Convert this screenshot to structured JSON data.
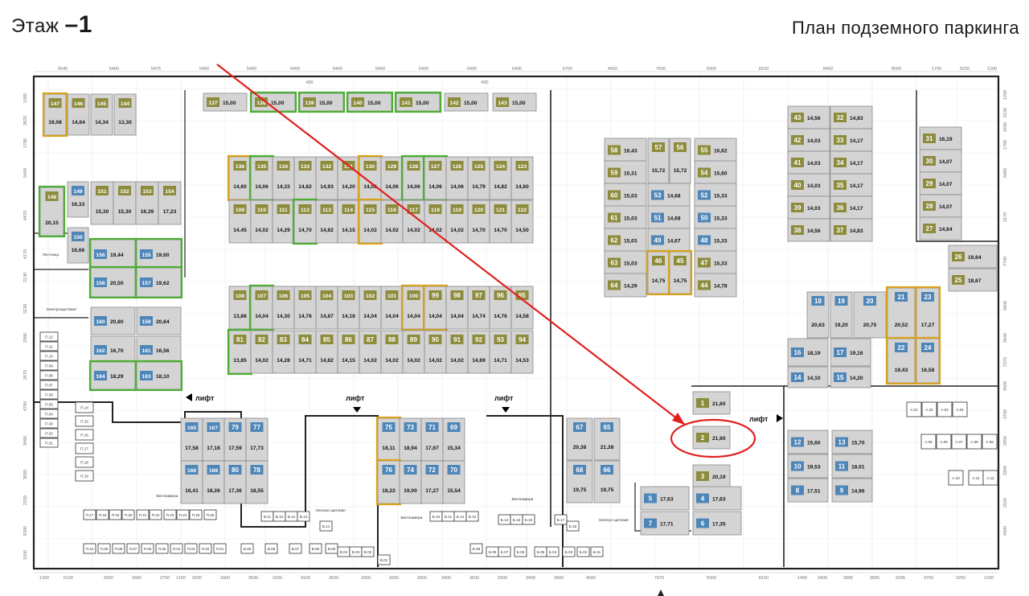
{
  "header": {
    "floor_label": "Этаж",
    "floor_number": "–1",
    "title": "План подземного паркинга"
  },
  "colors": {
    "olive": "#8d8b3c",
    "blue": "#4f86b8",
    "cell": "#d4d4d4",
    "green": "#4caf33",
    "orange": "#d9a21d",
    "red": "#e0201f",
    "wall": "#222222"
  },
  "labels": {
    "lift": "лифт",
    "stair": "Лестница",
    "elec": "Электрощитовая",
    "vent": "Венткамера",
    "elec2": "Электро щитовая"
  },
  "dims_top": [
    "6545",
    "5400",
    "5475",
    "6400",
    "5400",
    "5400",
    "5400",
    "5400",
    "5400",
    "5400",
    "5400",
    "6750",
    "4550",
    "7600",
    "5000",
    "8100",
    "8400",
    "8000",
    "1790",
    "5250",
    "1200"
  ],
  "dims_top_sub": [
    "400",
    "400"
  ],
  "dims_bottom": [
    "1200",
    "6100",
    "3000",
    "3900",
    "2750",
    "1150",
    "3000",
    "3300",
    "3500",
    "3200",
    "4100",
    "3600",
    "3300",
    "3200",
    "3000",
    "3400",
    "3600",
    "3300",
    "3400",
    "3400",
    "4000",
    "7970",
    "5000",
    "8100",
    "1490",
    "3400",
    "2895",
    "3005",
    "3345",
    "3700",
    "3250",
    "1200"
  ],
  "dims_left": [
    "1580",
    "3620",
    "1780",
    "5400",
    "4470",
    "4170",
    "2130",
    "3130",
    "2980",
    "2670",
    "4790",
    "3490",
    "3050",
    "2250",
    "6300",
    "1550"
  ],
  "dims_right": [
    "1200",
    "5130",
    "2630",
    "1780",
    "5400",
    "3170",
    "7700",
    "5600",
    "2640",
    "2370",
    "4500",
    "3700",
    "2850",
    "3300",
    "2550",
    "4500"
  ],
  "spots": [
    {
      "n": "147",
      "p": "19,08",
      "t": "o",
      "h": "orange"
    },
    {
      "n": "146",
      "p": "14,64",
      "t": "o",
      "h": ""
    },
    {
      "n": "145",
      "p": "14,34",
      "t": "o",
      "h": ""
    },
    {
      "n": "144",
      "p": "13,30",
      "t": "o",
      "h": ""
    },
    {
      "n": "137",
      "p": "15,00",
      "t": "o",
      "h": ""
    },
    {
      "n": "138",
      "p": "15,00",
      "t": "o",
      "h": "green"
    },
    {
      "n": "139",
      "p": "15,00",
      "t": "o",
      "h": "green"
    },
    {
      "n": "140",
      "p": "15,00",
      "t": "o",
      "h": "green"
    },
    {
      "n": "141",
      "p": "15,00",
      "t": "o",
      "h": "green"
    },
    {
      "n": "142",
      "p": "15,00",
      "t": "o",
      "h": ""
    },
    {
      "n": "143",
      "p": "15,00",
      "t": "o",
      "h": ""
    },
    {
      "n": "136",
      "p": "14,60",
      "t": "o",
      "h": "orange"
    },
    {
      "n": "135",
      "p": "14,06",
      "t": "o",
      "h": "green"
    },
    {
      "n": "134",
      "p": "14,33",
      "t": "o",
      "h": ""
    },
    {
      "n": "133",
      "p": "14,82",
      "t": "o",
      "h": ""
    },
    {
      "n": "132",
      "p": "14,93",
      "t": "o",
      "h": ""
    },
    {
      "n": "131",
      "p": "14,20",
      "t": "o",
      "h": ""
    },
    {
      "n": "130",
      "p": "14,06",
      "t": "o",
      "h": "orange"
    },
    {
      "n": "129",
      "p": "14,06",
      "t": "o",
      "h": ""
    },
    {
      "n": "128",
      "p": "14,06",
      "t": "o",
      "h": "green"
    },
    {
      "n": "127",
      "p": "14,06",
      "t": "o",
      "h": "green"
    },
    {
      "n": "126",
      "p": "14,06",
      "t": "o",
      "h": ""
    },
    {
      "n": "125",
      "p": "14,79",
      "t": "o",
      "h": ""
    },
    {
      "n": "124",
      "p": "14,82",
      "t": "o",
      "h": ""
    },
    {
      "n": "123",
      "p": "14,60",
      "t": "o",
      "h": ""
    },
    {
      "n": "109",
      "p": "14,45",
      "t": "o",
      "h": ""
    },
    {
      "n": "110",
      "p": "14,02",
      "t": "o",
      "h": ""
    },
    {
      "n": "111",
      "p": "14,29",
      "t": "o",
      "h": ""
    },
    {
      "n": "112",
      "p": "14,70",
      "t": "o",
      "h": "green"
    },
    {
      "n": "113",
      "p": "14,82",
      "t": "o",
      "h": ""
    },
    {
      "n": "114",
      "p": "14,15",
      "t": "o",
      "h": ""
    },
    {
      "n": "115",
      "p": "14,02",
      "t": "o",
      "h": "orange"
    },
    {
      "n": "116",
      "p": "14,02",
      "t": "o",
      "h": ""
    },
    {
      "n": "117",
      "p": "14,02",
      "t": "o",
      "h": ""
    },
    {
      "n": "118",
      "p": "14,02",
      "t": "o",
      "h": ""
    },
    {
      "n": "119",
      "p": "14,02",
      "t": "o",
      "h": ""
    },
    {
      "n": "120",
      "p": "14,70",
      "t": "o",
      "h": ""
    },
    {
      "n": "121",
      "p": "14,70",
      "t": "o",
      "h": ""
    },
    {
      "n": "122",
      "p": "14,50",
      "t": "o",
      "h": ""
    },
    {
      "n": "148",
      "p": "20,15",
      "t": "o",
      "h": "green"
    },
    {
      "n": "149",
      "p": "16,33",
      "t": "b",
      "h": ""
    },
    {
      "n": "150",
      "p": "16,66",
      "t": "b",
      "h": ""
    },
    {
      "n": "151",
      "p": "15,30",
      "t": "o",
      "h": ""
    },
    {
      "n": "152",
      "p": "15,30",
      "t": "o",
      "h": ""
    },
    {
      "n": "153",
      "p": "16,39",
      "t": "o",
      "h": ""
    },
    {
      "n": "154",
      "p": "17,23",
      "t": "o",
      "h": ""
    },
    {
      "n": "156",
      "p": "19,44",
      "t": "b",
      "h": "green"
    },
    {
      "n": "155",
      "p": "19,60",
      "t": "b",
      "h": "green"
    },
    {
      "n": "158",
      "p": "20,50",
      "t": "b",
      "h": "green"
    },
    {
      "n": "157",
      "p": "19,62",
      "t": "b",
      "h": "green"
    },
    {
      "n": "160",
      "p": "20,80",
      "t": "b",
      "h": ""
    },
    {
      "n": "159",
      "p": "20,64",
      "t": "b",
      "h": ""
    },
    {
      "n": "162",
      "p": "16,70",
      "t": "b",
      "h": ""
    },
    {
      "n": "161",
      "p": "16,56",
      "t": "b",
      "h": ""
    },
    {
      "n": "164",
      "p": "18,29",
      "t": "b",
      "h": "green"
    },
    {
      "n": "163",
      "p": "18,10",
      "t": "b",
      "h": "green"
    },
    {
      "n": "108",
      "p": "13,86",
      "t": "o",
      "h": ""
    },
    {
      "n": "107",
      "p": "14,04",
      "t": "o",
      "h": "green"
    },
    {
      "n": "106",
      "p": "14,30",
      "t": "o",
      "h": ""
    },
    {
      "n": "105",
      "p": "14,76",
      "t": "o",
      "h": ""
    },
    {
      "n": "104",
      "p": "14,87",
      "t": "o",
      "h": ""
    },
    {
      "n": "103",
      "p": "14,18",
      "t": "o",
      "h": ""
    },
    {
      "n": "102",
      "p": "14,04",
      "t": "o",
      "h": ""
    },
    {
      "n": "101",
      "p": "14,04",
      "t": "o",
      "h": ""
    },
    {
      "n": "100",
      "p": "14,04",
      "t": "o",
      "h": "orange"
    },
    {
      "n": "99",
      "p": "14,04",
      "t": "o",
      "h": "orange"
    },
    {
      "n": "98",
      "p": "14,04",
      "t": "o",
      "h": ""
    },
    {
      "n": "97",
      "p": "14,74",
      "t": "o",
      "h": ""
    },
    {
      "n": "96",
      "p": "14,76",
      "t": "o",
      "h": ""
    },
    {
      "n": "95",
      "p": "14,58",
      "t": "o",
      "h": ""
    },
    {
      "n": "81",
      "p": "13,85",
      "t": "o",
      "h": "green"
    },
    {
      "n": "82",
      "p": "14,02",
      "t": "o",
      "h": ""
    },
    {
      "n": "83",
      "p": "14,28",
      "t": "o",
      "h": ""
    },
    {
      "n": "84",
      "p": "14,71",
      "t": "o",
      "h": ""
    },
    {
      "n": "85",
      "p": "14,82",
      "t": "o",
      "h": ""
    },
    {
      "n": "86",
      "p": "14,15",
      "t": "o",
      "h": ""
    },
    {
      "n": "87",
      "p": "14,02",
      "t": "o",
      "h": ""
    },
    {
      "n": "88",
      "p": "14,02",
      "t": "o",
      "h": ""
    },
    {
      "n": "89",
      "p": "14,02",
      "t": "o",
      "h": ""
    },
    {
      "n": "90",
      "p": "14,02",
      "t": "o",
      "h": ""
    },
    {
      "n": "91",
      "p": "14,02",
      "t": "o",
      "h": ""
    },
    {
      "n": "92",
      "p": "14,69",
      "t": "o",
      "h": ""
    },
    {
      "n": "93",
      "p": "14,71",
      "t": "o",
      "h": ""
    },
    {
      "n": "94",
      "p": "14,53",
      "t": "o",
      "h": ""
    },
    {
      "n": "165",
      "p": "17,58",
      "t": "b",
      "h": ""
    },
    {
      "n": "167",
      "p": "17,18",
      "t": "b",
      "h": ""
    },
    {
      "n": "79",
      "p": "17,59",
      "t": "b",
      "h": ""
    },
    {
      "n": "77",
      "p": "17,73",
      "t": "b",
      "h": ""
    },
    {
      "n": "166",
      "p": "16,41",
      "t": "b",
      "h": ""
    },
    {
      "n": "168",
      "p": "18,26",
      "t": "b",
      "h": ""
    },
    {
      "n": "80",
      "p": "17,36",
      "t": "b",
      "h": ""
    },
    {
      "n": "78",
      "p": "18,55",
      "t": "b",
      "h": ""
    },
    {
      "n": "75",
      "p": "18,11",
      "t": "b",
      "h": "orange"
    },
    {
      "n": "73",
      "p": "18,94",
      "t": "b",
      "h": ""
    },
    {
      "n": "71",
      "p": "17,67",
      "t": "b",
      "h": ""
    },
    {
      "n": "69",
      "p": "15,34",
      "t": "b",
      "h": ""
    },
    {
      "n": "76",
      "p": "18,22",
      "t": "b",
      "h": "orange"
    },
    {
      "n": "74",
      "p": "19,00",
      "t": "b",
      "h": ""
    },
    {
      "n": "72",
      "p": "17,27",
      "t": "b",
      "h": ""
    },
    {
      "n": "70",
      "p": "15,54",
      "t": "b",
      "h": ""
    },
    {
      "n": "67",
      "p": "20,38",
      "t": "b",
      "h": ""
    },
    {
      "n": "65",
      "p": "21,38",
      "t": "b",
      "h": ""
    },
    {
      "n": "68",
      "p": "19,75",
      "t": "b",
      "h": ""
    },
    {
      "n": "66",
      "p": "19,75",
      "t": "b",
      "h": ""
    },
    {
      "n": "58",
      "p": "16,43",
      "t": "o",
      "h": ""
    },
    {
      "n": "57",
      "p": "15,72",
      "t": "o",
      "h": ""
    },
    {
      "n": "56",
      "p": "15,72",
      "t": "o",
      "h": ""
    },
    {
      "n": "55",
      "p": "16,62",
      "t": "o",
      "h": ""
    },
    {
      "n": "59",
      "p": "15,31",
      "t": "o",
      "h": ""
    },
    {
      "n": "54",
      "p": "15,60",
      "t": "o",
      "h": ""
    },
    {
      "n": "60",
      "p": "15,03",
      "t": "o",
      "h": ""
    },
    {
      "n": "53",
      "p": "14,68",
      "t": "b",
      "h": ""
    },
    {
      "n": "52",
      "p": "15,33",
      "t": "b",
      "h": ""
    },
    {
      "n": "61",
      "p": "15,03",
      "t": "o",
      "h": ""
    },
    {
      "n": "51",
      "p": "14,68",
      "t": "b",
      "h": ""
    },
    {
      "n": "50",
      "p": "15,33",
      "t": "b",
      "h": ""
    },
    {
      "n": "62",
      "p": "15,03",
      "t": "o",
      "h": ""
    },
    {
      "n": "49",
      "p": "14,67",
      "t": "b",
      "h": ""
    },
    {
      "n": "48",
      "p": "15,33",
      "t": "b",
      "h": ""
    },
    {
      "n": "63",
      "p": "15,03",
      "t": "o",
      "h": ""
    },
    {
      "n": "46",
      "p": "14,75",
      "t": "o",
      "h": "orange"
    },
    {
      "n": "45",
      "p": "14,75",
      "t": "o",
      "h": "orange"
    },
    {
      "n": "47",
      "p": "15,33",
      "t": "o",
      "h": ""
    },
    {
      "n": "64",
      "p": "14,29",
      "t": "o",
      "h": ""
    },
    {
      "n": "44",
      "p": "14,78",
      "t": "o",
      "h": ""
    },
    {
      "n": "43",
      "p": "14,56",
      "t": "o",
      "h": ""
    },
    {
      "n": "32",
      "p": "14,83",
      "t": "o",
      "h": ""
    },
    {
      "n": "42",
      "p": "14,03",
      "t": "o",
      "h": ""
    },
    {
      "n": "33",
      "p": "14,17",
      "t": "o",
      "h": ""
    },
    {
      "n": "41",
      "p": "14,03",
      "t": "o",
      "h": ""
    },
    {
      "n": "34",
      "p": "14,17",
      "t": "o",
      "h": ""
    },
    {
      "n": "40",
      "p": "14,03",
      "t": "o",
      "h": ""
    },
    {
      "n": "35",
      "p": "14,17",
      "t": "o",
      "h": ""
    },
    {
      "n": "39",
      "p": "14,03",
      "t": "o",
      "h": ""
    },
    {
      "n": "36",
      "p": "14,17",
      "t": "o",
      "h": ""
    },
    {
      "n": "38",
      "p": "14,56",
      "t": "o",
      "h": ""
    },
    {
      "n": "37",
      "p": "14,83",
      "t": "o",
      "h": ""
    },
    {
      "n": "31",
      "p": "16,19",
      "t": "o",
      "h": ""
    },
    {
      "n": "30",
      "p": "14,07",
      "t": "o",
      "h": ""
    },
    {
      "n": "29",
      "p": "14,07",
      "t": "o",
      "h": ""
    },
    {
      "n": "28",
      "p": "14,07",
      "t": "o",
      "h": ""
    },
    {
      "n": "27",
      "p": "14,64",
      "t": "o",
      "h": ""
    },
    {
      "n": "26",
      "p": "19,64",
      "t": "o",
      "h": ""
    },
    {
      "n": "25",
      "p": "18,67",
      "t": "o",
      "h": ""
    },
    {
      "n": "18",
      "p": "20,63",
      "t": "b",
      "h": ""
    },
    {
      "n": "19",
      "p": "19,20",
      "t": "b",
      "h": ""
    },
    {
      "n": "20",
      "p": "20,75",
      "t": "b",
      "h": ""
    },
    {
      "n": "21",
      "p": "20,52",
      "t": "b",
      "h": "orange"
    },
    {
      "n": "23",
      "p": "17,27",
      "t": "b",
      "h": "orange"
    },
    {
      "n": "16",
      "p": "18,19",
      "t": "b",
      "h": ""
    },
    {
      "n": "17",
      "p": "19,16",
      "t": "b",
      "h": ""
    },
    {
      "n": "22",
      "p": "19,43",
      "t": "b",
      "h": "orange"
    },
    {
      "n": "24",
      "p": "16,58",
      "t": "b",
      "h": "orange"
    },
    {
      "n": "14",
      "p": "14,10",
      "t": "b",
      "h": ""
    },
    {
      "n": "15",
      "p": "14,20",
      "t": "b",
      "h": ""
    },
    {
      "n": "1",
      "p": "21,60",
      "t": "o",
      "h": ""
    },
    {
      "n": "2",
      "p": "21,60",
      "t": "o",
      "h": ""
    },
    {
      "n": "3",
      "p": "20,19",
      "t": "o",
      "h": ""
    },
    {
      "n": "12",
      "p": "15,60",
      "t": "b",
      "h": ""
    },
    {
      "n": "13",
      "p": "15,70",
      "t": "b",
      "h": ""
    },
    {
      "n": "10",
      "p": "19,53",
      "t": "b",
      "h": ""
    },
    {
      "n": "11",
      "p": "18,01",
      "t": "b",
      "h": ""
    },
    {
      "n": "8",
      "p": "17,51",
      "t": "b",
      "h": ""
    },
    {
      "n": "9",
      "p": "14,96",
      "t": "b",
      "h": ""
    },
    {
      "n": "5",
      "p": "17,63",
      "t": "b",
      "h": ""
    },
    {
      "n": "4",
      "p": "17,63",
      "t": "b",
      "h": ""
    },
    {
      "n": "7",
      "p": "17,71",
      "t": "b",
      "h": ""
    },
    {
      "n": "6",
      "p": "17,35",
      "t": "b",
      "h": ""
    }
  ],
  "storage_left": [
    "П.12",
    "П.11",
    "П.10",
    "П.09",
    "П.08",
    "П.07",
    "П.06",
    "П.05",
    "П.04",
    "П.03",
    "П.02",
    "П.01",
    "П.14",
    "П.15",
    "П.16",
    "П.17",
    "П.18",
    "П.19"
  ],
  "storage_bottom": [
    "П.17",
    "П.18",
    "П.19",
    "П.20",
    "П.21",
    "П.22",
    "П.23",
    "П.24",
    "П.25",
    "П.26",
    "П.10",
    "П.09",
    "П.08",
    "П.07",
    "П.06",
    "П.05",
    "П.04",
    "П.03",
    "П.02",
    "П.01",
    "В.11",
    "В.10",
    "В.12",
    "В.13",
    "В.14",
    "В.09",
    "В.08",
    "В.07",
    "В.06",
    "В.05",
    "В.04",
    "В.03",
    "В.02",
    "В.01",
    "Б.10",
    "Б.11",
    "Б.12",
    "Б.13",
    "Б.14",
    "Б.15",
    "Б.16",
    "Б.17",
    "Б.18",
    "Б.09",
    "Б.08",
    "Б.07",
    "Б.06",
    "Б.05",
    "Б.04",
    "Б.03",
    "Б.02",
    "Б.01"
  ],
  "storage_right": [
    "А.01",
    "А.02",
    "А.03",
    "А.04",
    "А.05",
    "А.06",
    "А.07",
    "А.08",
    "А.09",
    "А.10",
    "А.11",
    "А.12"
  ]
}
